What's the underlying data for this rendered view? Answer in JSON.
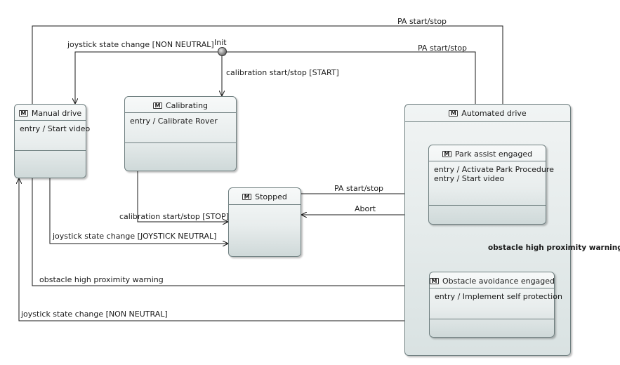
{
  "initial": {
    "label": "Init"
  },
  "states": {
    "manual_drive": {
      "icon": "module-icon",
      "icon_text": "M",
      "title": "Manual drive",
      "entry": [
        "entry / Start video"
      ]
    },
    "calibrating": {
      "icon": "module-icon",
      "icon_text": "M",
      "title": "Calibrating",
      "entry": [
        "entry / Calibrate Rover"
      ]
    },
    "stopped": {
      "icon": "module-icon",
      "icon_text": "M",
      "title": "Stopped",
      "entry": []
    },
    "automated_drive": {
      "icon": "module-icon",
      "icon_text": "M",
      "title": "Automated drive"
    },
    "park_assist": {
      "icon": "module-icon",
      "icon_text": "M",
      "title": "Park assist engaged",
      "entry": [
        "entry / Activate Park Procedure",
        "entry / Start video"
      ]
    },
    "obstacle_avoidance": {
      "icon": "module-icon",
      "icon_text": "M",
      "title": "Obstacle avoidance engaged",
      "entry": [
        "entry / Implement self protection"
      ]
    }
  },
  "transitions": {
    "pa_start_stop_top": "PA start/stop",
    "joystick_non_neutral_top": "joystick state change [NON NEUTRAL]",
    "pa_start_stop_init": "PA start/stop",
    "calibration_start": "calibration start/stop [START]",
    "pa_start_stop_stopped": "PA start/stop",
    "abort": "Abort",
    "calibration_stop": "calibration start/stop [STOP]",
    "joystick_neutral": "joystick state change [JOYSTICK NEUTRAL]",
    "obstacle_warning_park": "obstacle high proximity warning",
    "obstacle_warning_manual": "obstacle high proximity warning",
    "joystick_non_neutral_bottom": "joystick state change [NON NEUTRAL]"
  },
  "colors": {
    "line": "#1a1a1a",
    "border": "#6f7f80",
    "fill_top": "#f7f9f9",
    "fill_bottom": "#cfd9d9"
  }
}
